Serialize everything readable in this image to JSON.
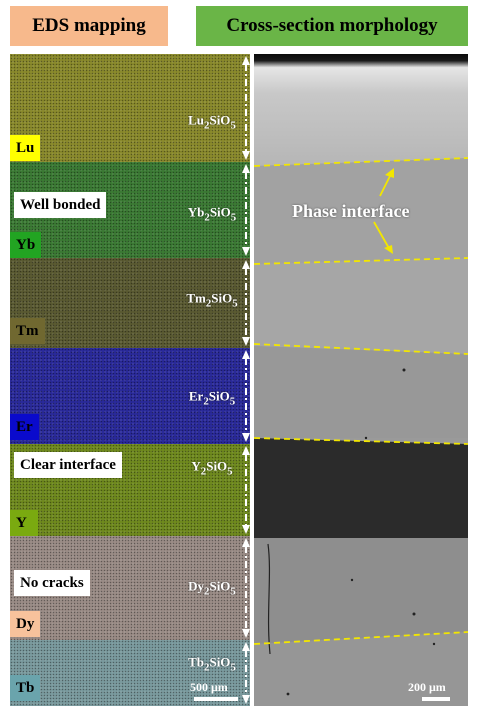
{
  "headers": {
    "left": {
      "text": "EDS mapping",
      "bg": "#f7b98c"
    },
    "right": {
      "text": "Cross-section morphology",
      "bg": "#6ab547"
    }
  },
  "eds_bands": [
    {
      "element": "Lu",
      "layer": {
        "sym": "Lu",
        "sub1": "2",
        "mid": "SiO",
        "sub2": "5"
      },
      "band_color": "#8a8a2c",
      "tag_bg": "#ffff00",
      "tag_color": "#000000"
    },
    {
      "element": "Yb",
      "layer": {
        "sym": "Yb",
        "sub1": "2",
        "mid": "SiO",
        "sub2": "5"
      },
      "band_color": "#3b7a34",
      "tag_bg": "#22a422",
      "tag_color": "#000000"
    },
    {
      "element": "Tm",
      "layer": {
        "sym": "Tm",
        "sub1": "2",
        "mid": "SiO",
        "sub2": "5"
      },
      "band_color": "#5a5a32",
      "tag_bg": "#706830",
      "tag_color": "#000000"
    },
    {
      "element": "Er",
      "layer": {
        "sym": "Er",
        "sub1": "2",
        "mid": "SiO",
        "sub2": "5"
      },
      "band_color": "#2a2a9a",
      "tag_bg": "#0a0acc",
      "tag_color": "#000000"
    },
    {
      "element": "Y",
      "layer": {
        "sym": "Y",
        "sub1": "2",
        "mid": "SiO",
        "sub2": "5"
      },
      "band_color": "#6f8a1e",
      "tag_bg": "#7aaa10",
      "tag_color": "#000000"
    },
    {
      "element": "Dy",
      "layer": {
        "sym": "Dy",
        "sub1": "2",
        "mid": "SiO",
        "sub2": "5"
      },
      "band_color": "#9a8c86",
      "tag_bg": "#f8c29c",
      "tag_color": "#000000"
    },
    {
      "element": "Tb",
      "layer": {
        "sym": "Tb",
        "sub1": "2",
        "mid": "SiO",
        "sub2": "5"
      },
      "band_color": "#7a9a9e",
      "tag_bg": "#6aa4ac",
      "tag_color": "#000000"
    }
  ],
  "notes": [
    "Well bonded",
    "Clear interface",
    "No cracks"
  ],
  "annotations": {
    "phase_interface": "Phase interface",
    "scale_left": "500 μm",
    "scale_right": "200 μm"
  },
  "colors": {
    "interface_line": "#f2e600",
    "arrow": "#ffffff",
    "right_band_light": "#9a9a9a",
    "right_band_dark": "#2a2a2a"
  }
}
